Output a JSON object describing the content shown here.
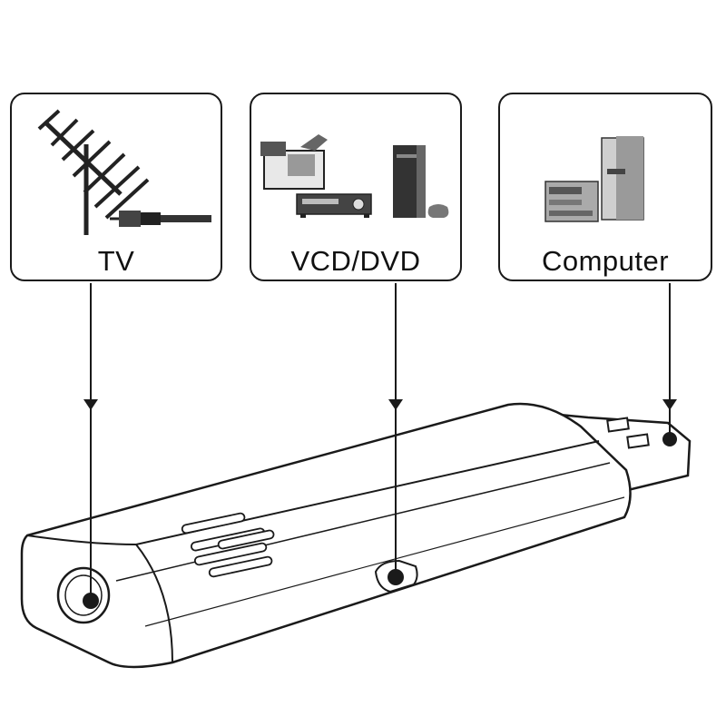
{
  "sources": [
    {
      "id": "tv",
      "label": "TV",
      "icon": "antenna-coax-icon"
    },
    {
      "id": "vcd",
      "label": "VCD/DVD",
      "icon": "video-devices-icon"
    },
    {
      "id": "pc",
      "label": "Computer",
      "icon": "desktop-computer-icon"
    }
  ],
  "colors": {
    "line": "#1a1a1a",
    "fill": "#ffffff",
    "shade": "#8a8a8a"
  }
}
